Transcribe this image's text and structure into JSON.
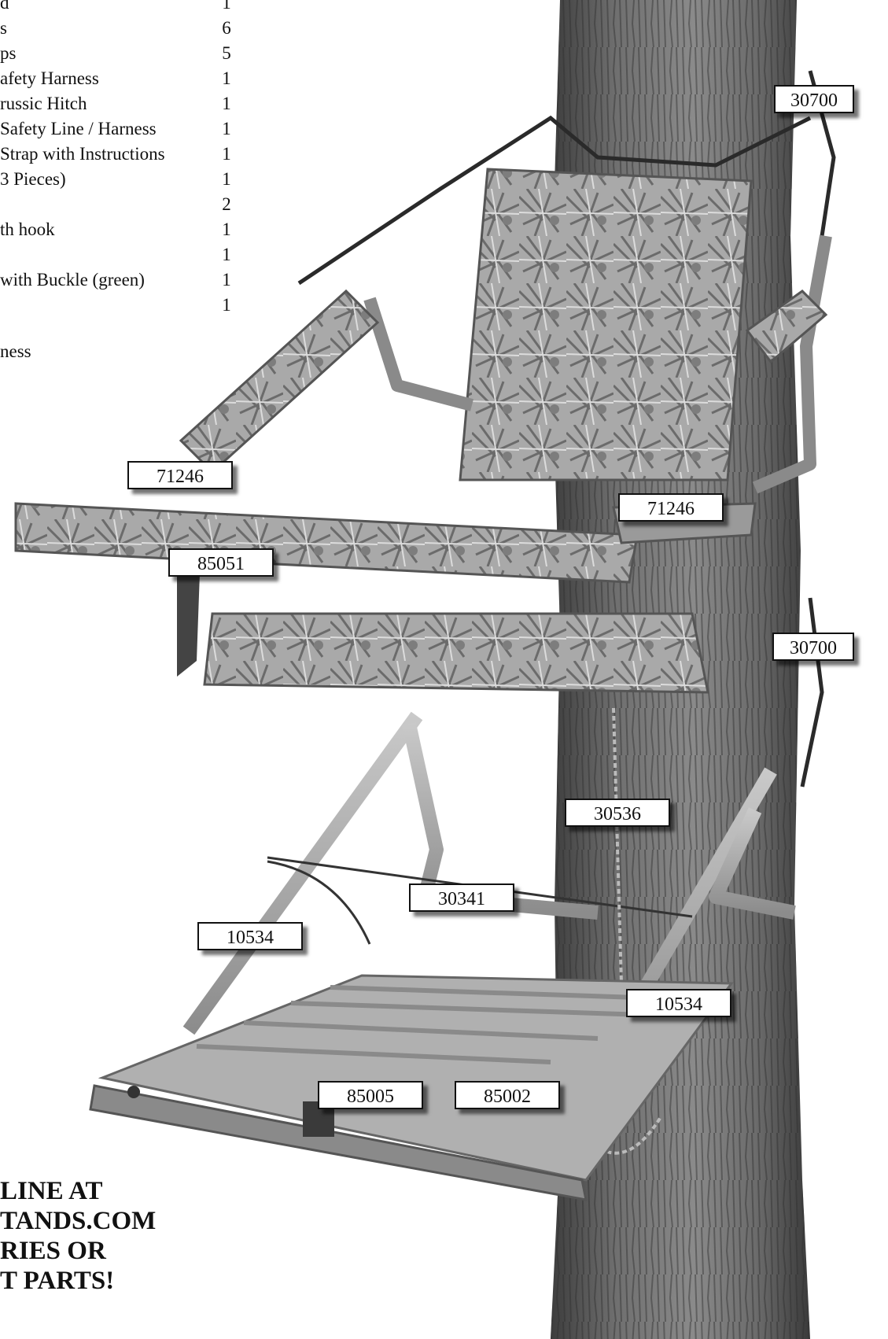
{
  "parts_list": [
    {
      "name": "d",
      "qty": "1"
    },
    {
      "name": "s",
      "qty": "6"
    },
    {
      "name": "ps",
      "qty": "5"
    },
    {
      "name": "afety Harness",
      "qty": "1"
    },
    {
      "name": "russic Hitch",
      "qty": "1"
    },
    {
      "name": "Safety Line / Harness",
      "qty": "1"
    },
    {
      "name": " Strap with Instructions",
      "qty": "1"
    },
    {
      "name": "3 Pieces)",
      "qty": "1"
    },
    {
      "name": "",
      "qty": "2"
    },
    {
      "name": "th hook",
      "qty": "1"
    },
    {
      "name": "",
      "qty": "1"
    },
    {
      "name": "with Buckle (green)",
      "qty": "1"
    },
    {
      "name": "",
      "qty": "1"
    }
  ],
  "harness_note": "ness",
  "promo_lines": [
    "LINE AT",
    "TANDS.COM",
    "RIES OR",
    "T PARTS!"
  ],
  "callouts": [
    {
      "id": "callout-top-right-strap",
      "label": "30700"
    },
    {
      "id": "callout-left-armrest",
      "label": "71246"
    },
    {
      "id": "callout-right-armrest",
      "label": "71246"
    },
    {
      "id": "callout-seat-bar",
      "label": "85051"
    },
    {
      "id": "callout-mid-right-strap",
      "label": "30700"
    },
    {
      "id": "callout-chain",
      "label": "30536"
    },
    {
      "id": "callout-cable",
      "label": "30341"
    },
    {
      "id": "callout-left-bracket",
      "label": "10534"
    },
    {
      "id": "callout-right-bracket",
      "label": "10534"
    },
    {
      "id": "callout-platform-bolt",
      "label": "85005"
    },
    {
      "id": "callout-platform",
      "label": "85002"
    }
  ]
}
